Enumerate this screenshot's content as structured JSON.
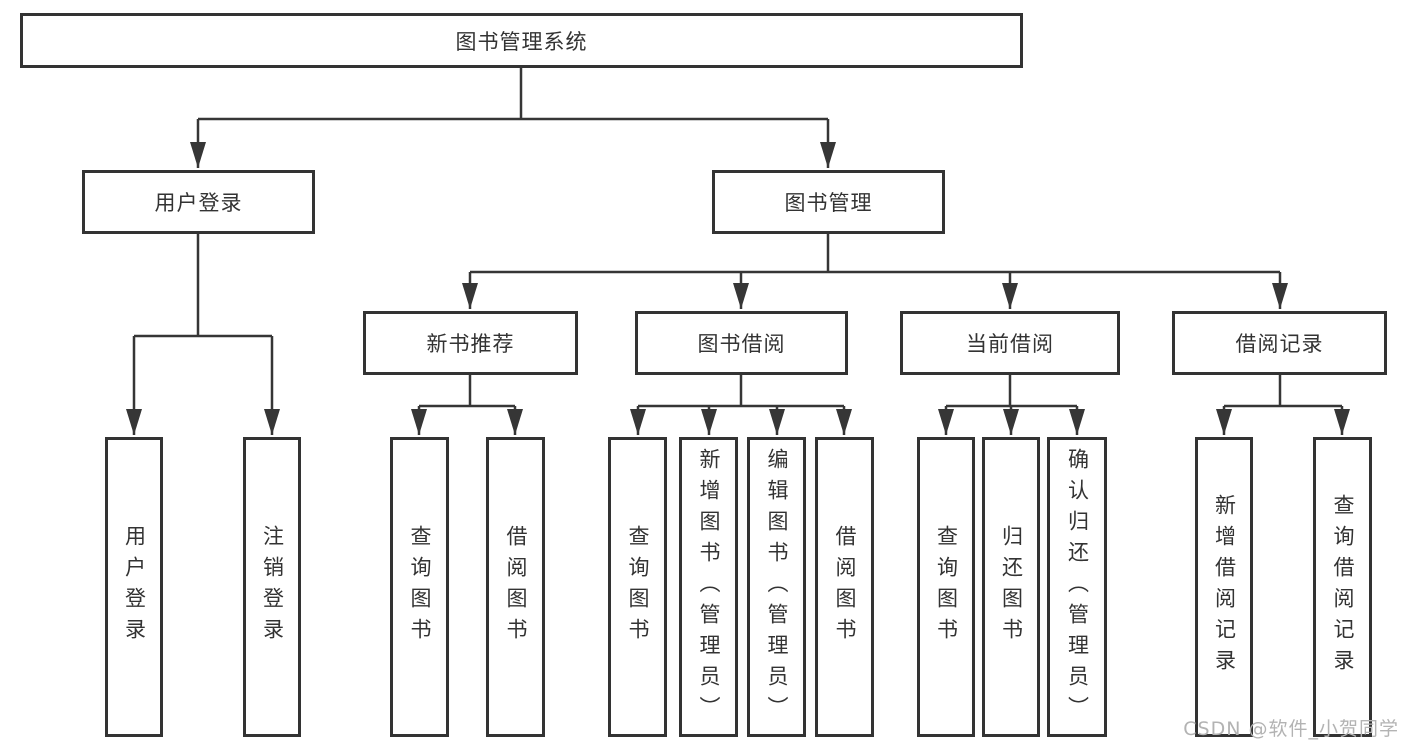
{
  "diagram": {
    "root": "图书管理系统",
    "branches": {
      "user_login": "用户登录",
      "book_mgmt": "图书管理"
    },
    "modules": {
      "new_books": "新书推荐",
      "borrowing": "图书借阅",
      "current": "当前借阅",
      "records": "借阅记录"
    },
    "leaves": {
      "login": "用户登录",
      "logout": "注销登录",
      "nb_query": "查询图书",
      "nb_borrow": "借阅图书",
      "bw_query": "查询图书",
      "bw_add": "新增图书（管理员）",
      "bw_edit": "编辑图书（管理员）",
      "bw_borrow": "借阅图书",
      "cu_query": "查询图书",
      "cu_return": "归还图书",
      "cu_confirm": "确认归还（管理员）",
      "rc_add": "新增借阅记录",
      "rc_query": "查询借阅记录"
    }
  },
  "watermark": "CSDN @软件_小贺同学",
  "colors": {
    "line": "#363636",
    "box_border": "#333333",
    "text": "#333333",
    "watermark": "#b3b3b3",
    "background": "#ffffff"
  }
}
